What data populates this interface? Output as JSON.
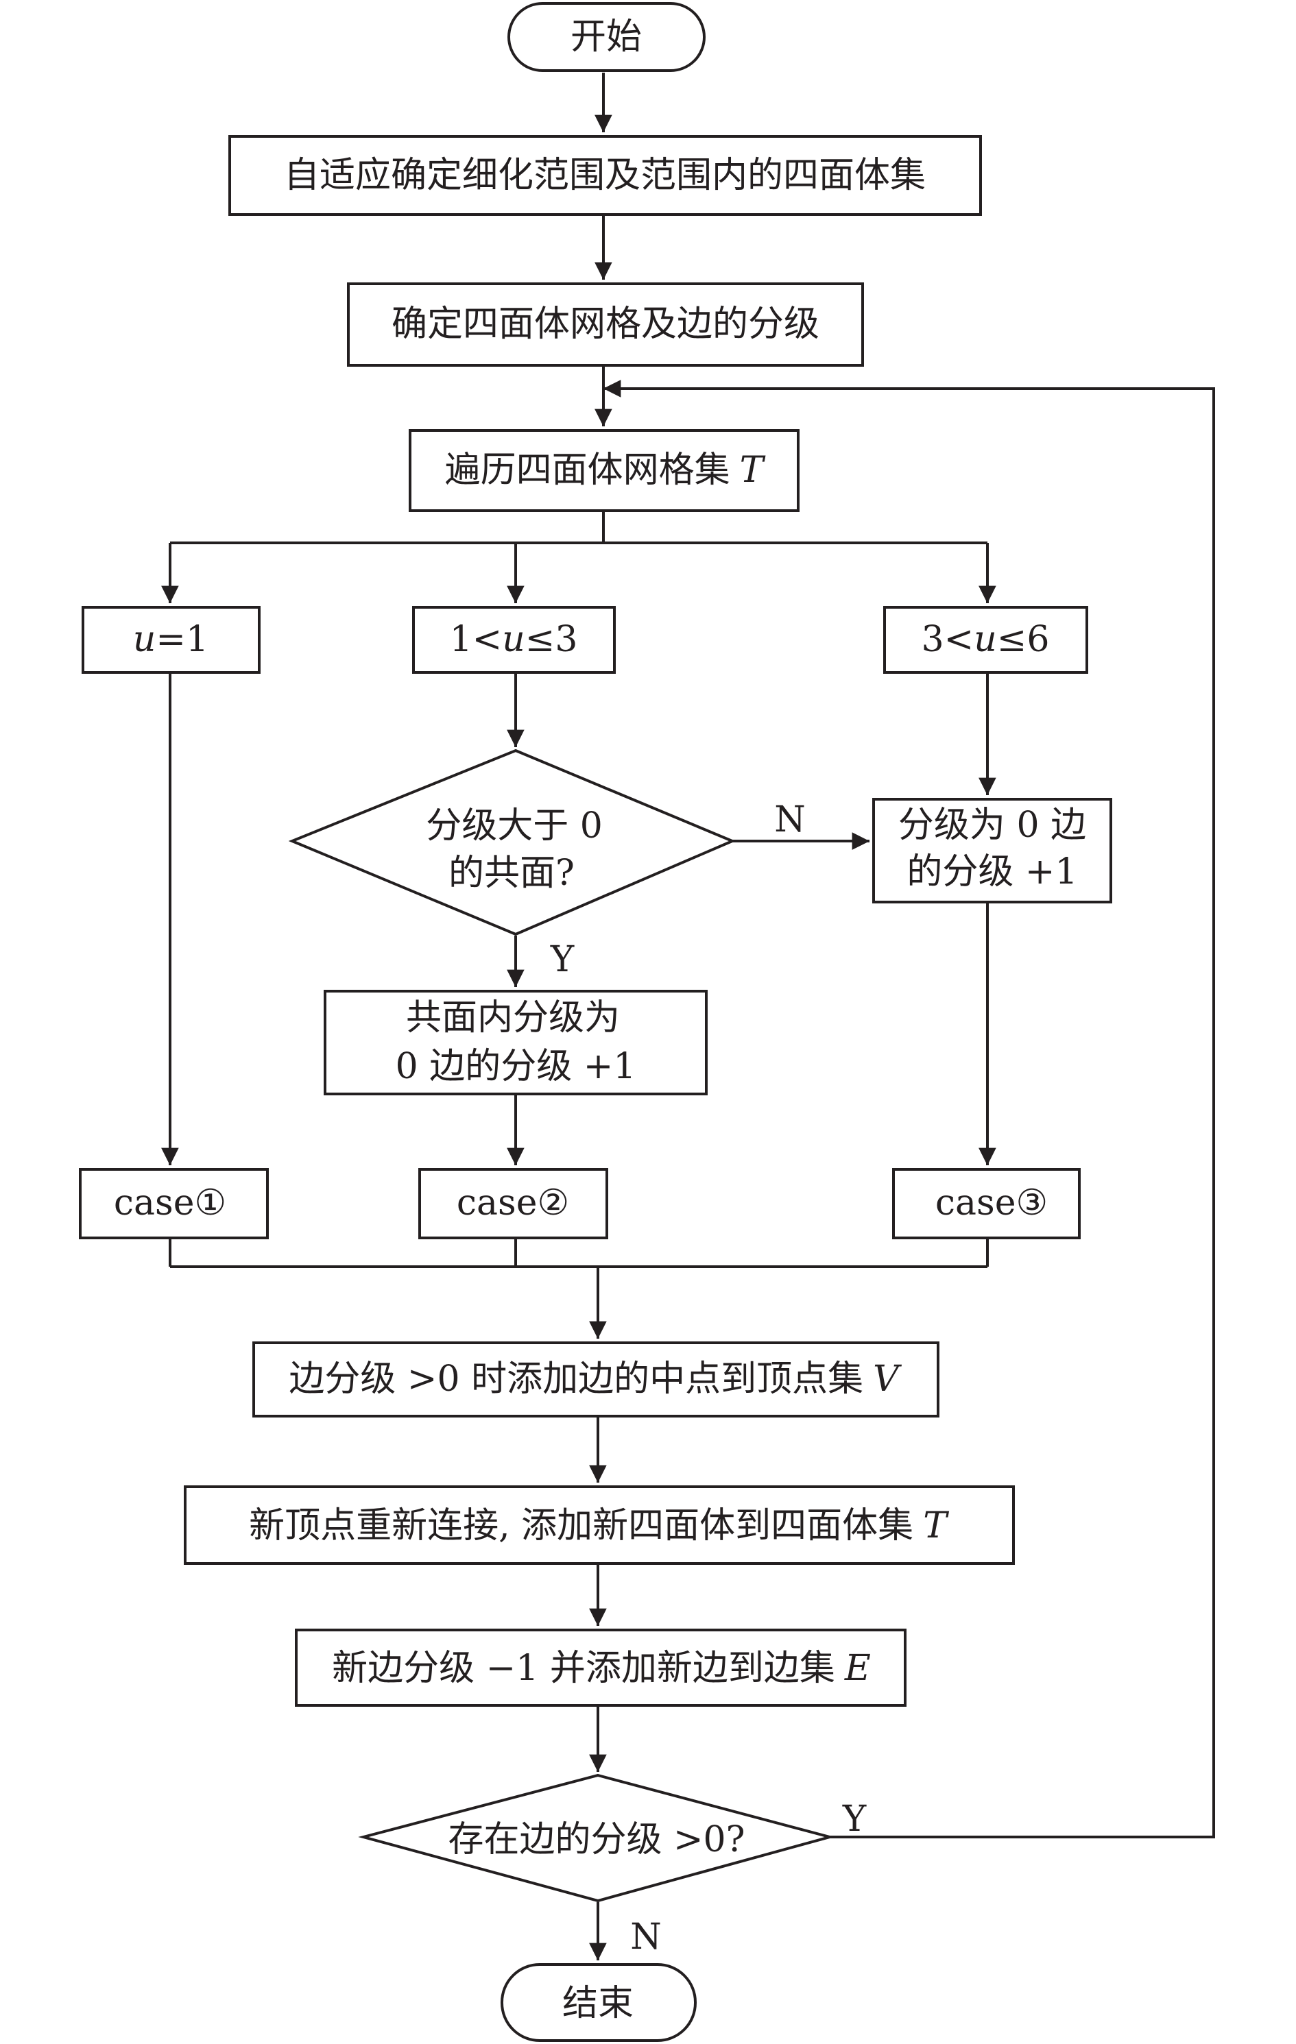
{
  "nodes": {
    "start": "开始",
    "determine_range": "自适应确定细化范围及范围内的四面体集",
    "determine_grade": "确定四面体网格及边的分级",
    "traverse": {
      "text": "遍历四面体网格集",
      "var": "T"
    },
    "u1": {
      "var": "u",
      "text": "=1"
    },
    "u13": {
      "pre": "1<",
      "var": "u",
      "post": "≤3"
    },
    "u36": {
      "pre": "3<",
      "var": "u",
      "post": "≤6"
    },
    "decision_coplanar": {
      "line1": "分级大于 0",
      "line2": "的共面?"
    },
    "coplanar_inc": {
      "line1": "共面内分级为",
      "line2": "0 边的分级 +1"
    },
    "grade0_inc": {
      "line1": "分级为 0 边",
      "line2": "的分级 +1"
    },
    "case1": "case①",
    "case2": "case②",
    "case3": "case③",
    "add_midpoint": {
      "text": "边分级 >0 时添加边的中点到顶点集",
      "var": "V"
    },
    "reconnect": {
      "text": "新顶点重新连接, 添加新四面体到四面体集",
      "var": "T"
    },
    "new_edge": {
      "text": "新边分级 −1 并添加新边到边集",
      "var": "E"
    },
    "decision_exists": "存在边的分级 >0?",
    "end": "结束"
  },
  "edge_labels": {
    "coplanar_no": "N",
    "coplanar_yes": "Y",
    "exists_yes": "Y",
    "exists_no": "N"
  }
}
